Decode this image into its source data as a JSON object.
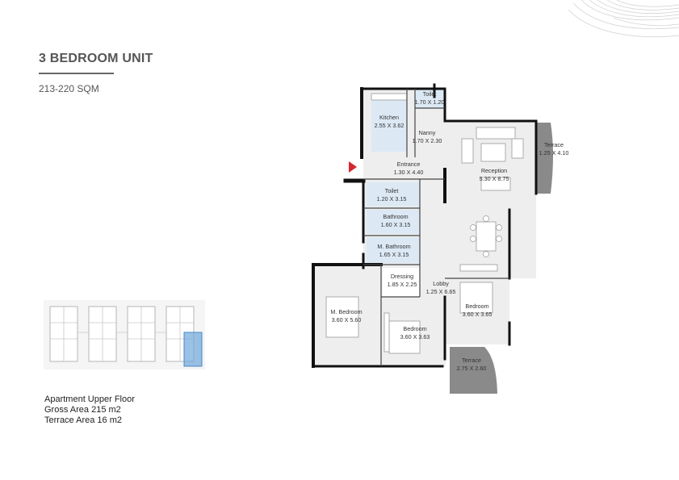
{
  "header": {
    "title": "3 BEDROOM UNIT",
    "area_range": "213-220 SQM"
  },
  "info": {
    "floor": "Apartment Upper Floor",
    "gross_area": "Gross Area 215 m2",
    "terrace_area": "Terrace Area 16 m2"
  },
  "rooms": {
    "toilet_top": {
      "name": "Toilet",
      "size": "1.70 X 1.20"
    },
    "kitchen": {
      "name": "Kitchen",
      "size": "2.55 X 3.62"
    },
    "nanny": {
      "name": "Nanny",
      "size": "1.70 X 2.30"
    },
    "terrace_right": {
      "name": "Terrace",
      "size": "1.25 X 4.10"
    },
    "entrance": {
      "name": "Entrance",
      "size": "1.30 X 4.40"
    },
    "reception": {
      "name": "Reception",
      "size": "5.30 X 8.75"
    },
    "toilet_mid": {
      "name": "Toilet",
      "size": "1.20 X 3.15"
    },
    "bathroom": {
      "name": "Bathroom",
      "size": "1.60 X 3.15"
    },
    "m_bathroom": {
      "name": "M. Bathroom",
      "size": "1.65 X 3.15"
    },
    "dressing": {
      "name": "Dressing",
      "size": "1.85 X 2.25"
    },
    "lobby": {
      "name": "Lobby",
      "size": "1.25 X 6.65"
    },
    "m_bedroom": {
      "name": "M. Bedroom",
      "size": "3.60 X 5.60"
    },
    "bedroom_right": {
      "name": "Bedroom",
      "size": "3.60 X 3.65"
    },
    "bedroom_center": {
      "name": "Bedroom",
      "size": "3.60 X 3.63"
    },
    "terrace_bottom": {
      "name": "Terrace",
      "size": "2.75 X 2.60"
    }
  },
  "colors": {
    "wall": "#111111",
    "wet_area": "#dce9f5",
    "terrace": "#8a8a8a",
    "floor": "#eeeeee",
    "entrance_marker": "#d7262e",
    "key_highlight": "#6fa8dc"
  }
}
